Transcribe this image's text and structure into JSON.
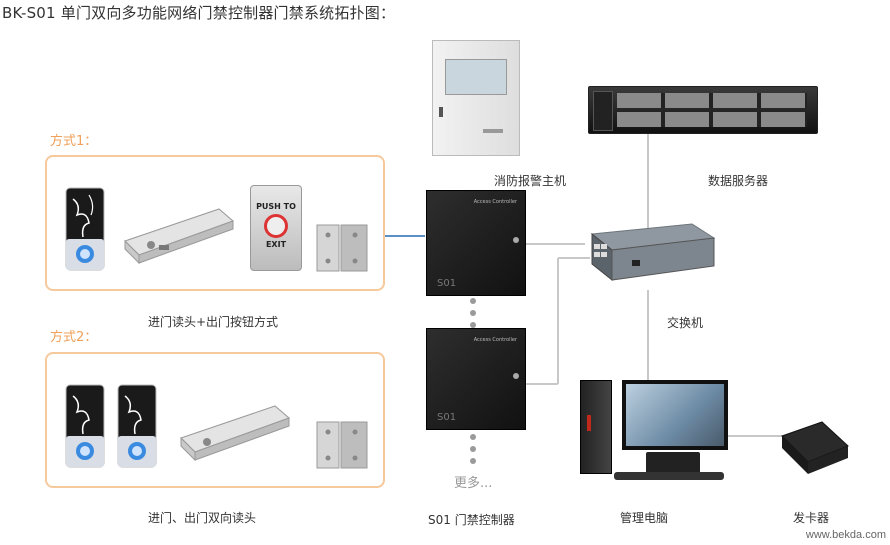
{
  "title": "BK-S01 单门双向多功能网络门禁控制器门禁系统拓扑图：",
  "mode1": {
    "label": "方式1：",
    "caption": "进门读头+出门按钮方式",
    "exit_button_top": "PUSH TO",
    "exit_button_bottom": "EXIT"
  },
  "mode2": {
    "label": "方式2：",
    "caption": "进门、出门双向读头"
  },
  "devices": {
    "fire_alarm_host": "消防报警主机",
    "data_server": "数据服务器",
    "switch": "交换机",
    "controller_caption": "S01 门禁控制器",
    "controller_face": "S01",
    "controller_brand": "Access Controller",
    "more": "更多...",
    "pc": "管理电脑",
    "card_issuer": "发卡器"
  },
  "watermark": "www.bekda.com",
  "colors": {
    "accent_orange": "#f0a05a",
    "box_border": "#f5c99c",
    "line_gray": "#c8c8c8",
    "line_blue": "#5a8fc8"
  }
}
